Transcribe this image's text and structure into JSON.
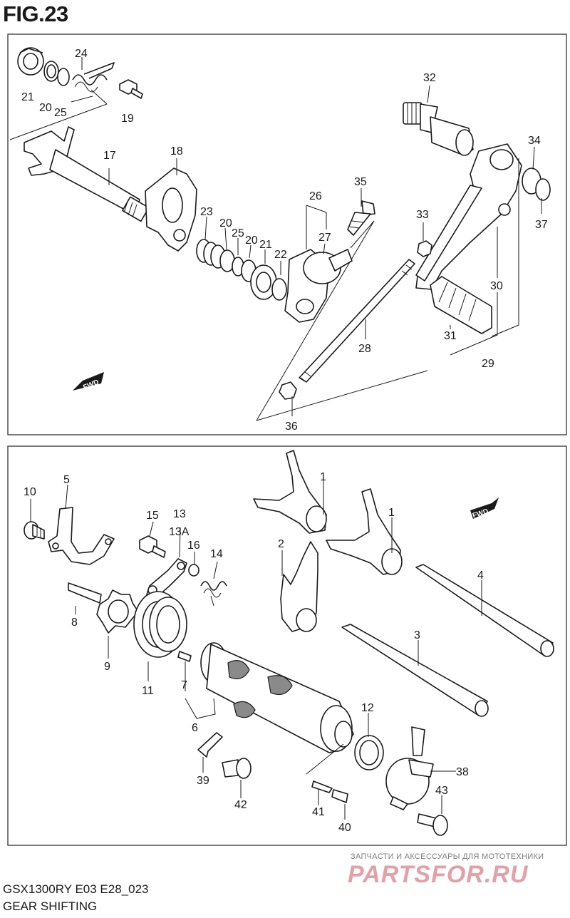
{
  "figure": {
    "title": "FIG.23",
    "code": "GSX1300RY E03 E28_023",
    "subtitle": "GEAR SHIFTING"
  },
  "watermark": {
    "tagline": "ЗАПЧАСТИ И АКСЕССУАРЫ ДЛЯ МОТОТЕХНИКИ",
    "logo_text": "PARTSFOR.RU"
  },
  "fwd_badges": [
    "FWD",
    "FWD"
  ],
  "top_labels": [
    "21",
    "20",
    "25",
    "24",
    "19",
    "17",
    "18",
    "23",
    "20",
    "25",
    "20",
    "21",
    "22",
    "26",
    "27",
    "35",
    "32",
    "34",
    "37",
    "33",
    "30",
    "31",
    "29",
    "28",
    "36"
  ],
  "bottom_labels": [
    "10",
    "5",
    "15",
    "13",
    "13A",
    "16",
    "14",
    "1",
    "1",
    "2",
    "4",
    "3",
    "8",
    "9",
    "11",
    "7",
    "6",
    "12",
    "38",
    "39",
    "42",
    "41",
    "40",
    "43"
  ]
}
